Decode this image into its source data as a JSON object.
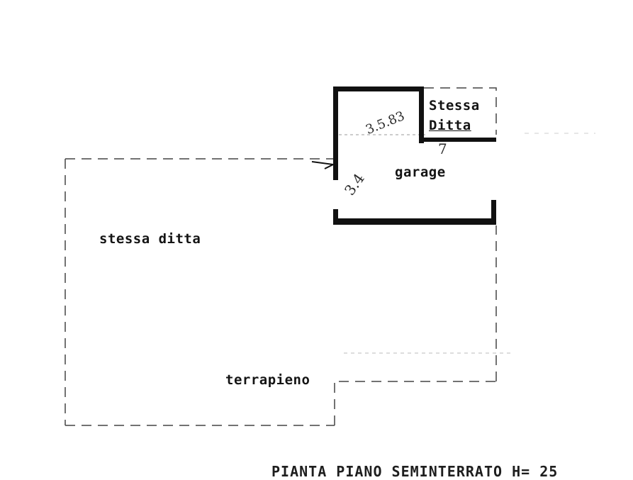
{
  "labels": {
    "adjacent_left": "stessa ditta",
    "adjacent_top_1": "Stessa",
    "adjacent_top_2": "Ditta",
    "garage": "garage",
    "fill": "terrapieno"
  },
  "annotations": {
    "width_handwritten": "3.4",
    "length_handwritten": "3.5.83",
    "height_handwritten": "7"
  },
  "caption": "PIANTA PIANO  SEMINTERRATO H= 25"
}
